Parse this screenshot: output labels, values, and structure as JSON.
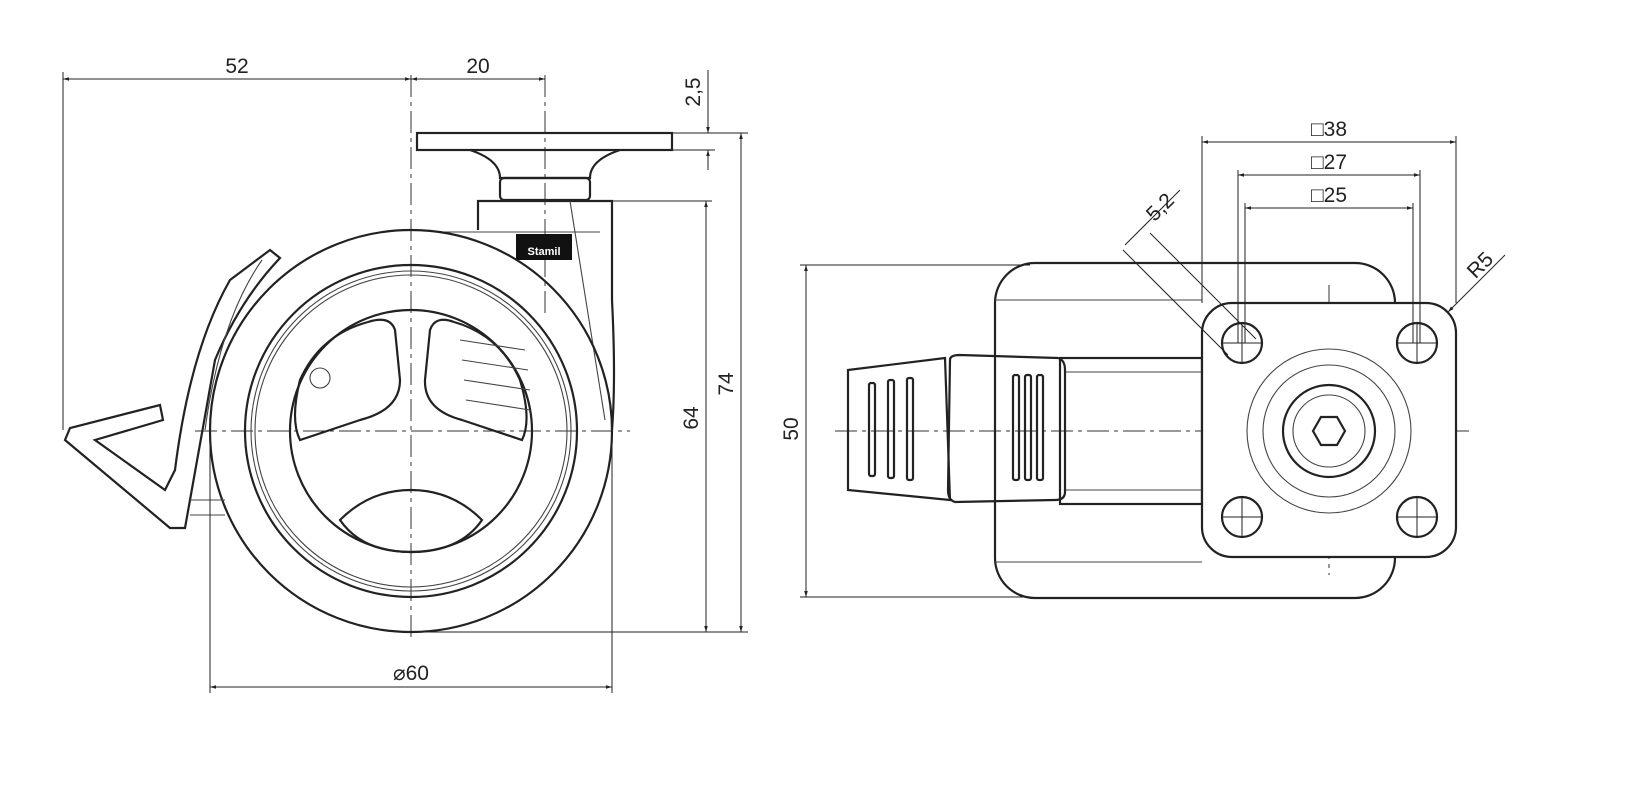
{
  "drawing": {
    "side_view": {
      "dimensions": {
        "offset_left": "52",
        "offset_right": "20",
        "plate_thickness": "2,5",
        "total_height": "74",
        "wheel_height": "64",
        "wheel_diameter": "⌀60"
      },
      "logo_text": "Stamil"
    },
    "top_view": {
      "dimensions": {
        "height": "50",
        "plate_square": "□38",
        "hole_square_outer": "□27",
        "hole_square_inner": "□25",
        "hole_diameter": "5,2",
        "corner_radius": "R5"
      }
    }
  }
}
